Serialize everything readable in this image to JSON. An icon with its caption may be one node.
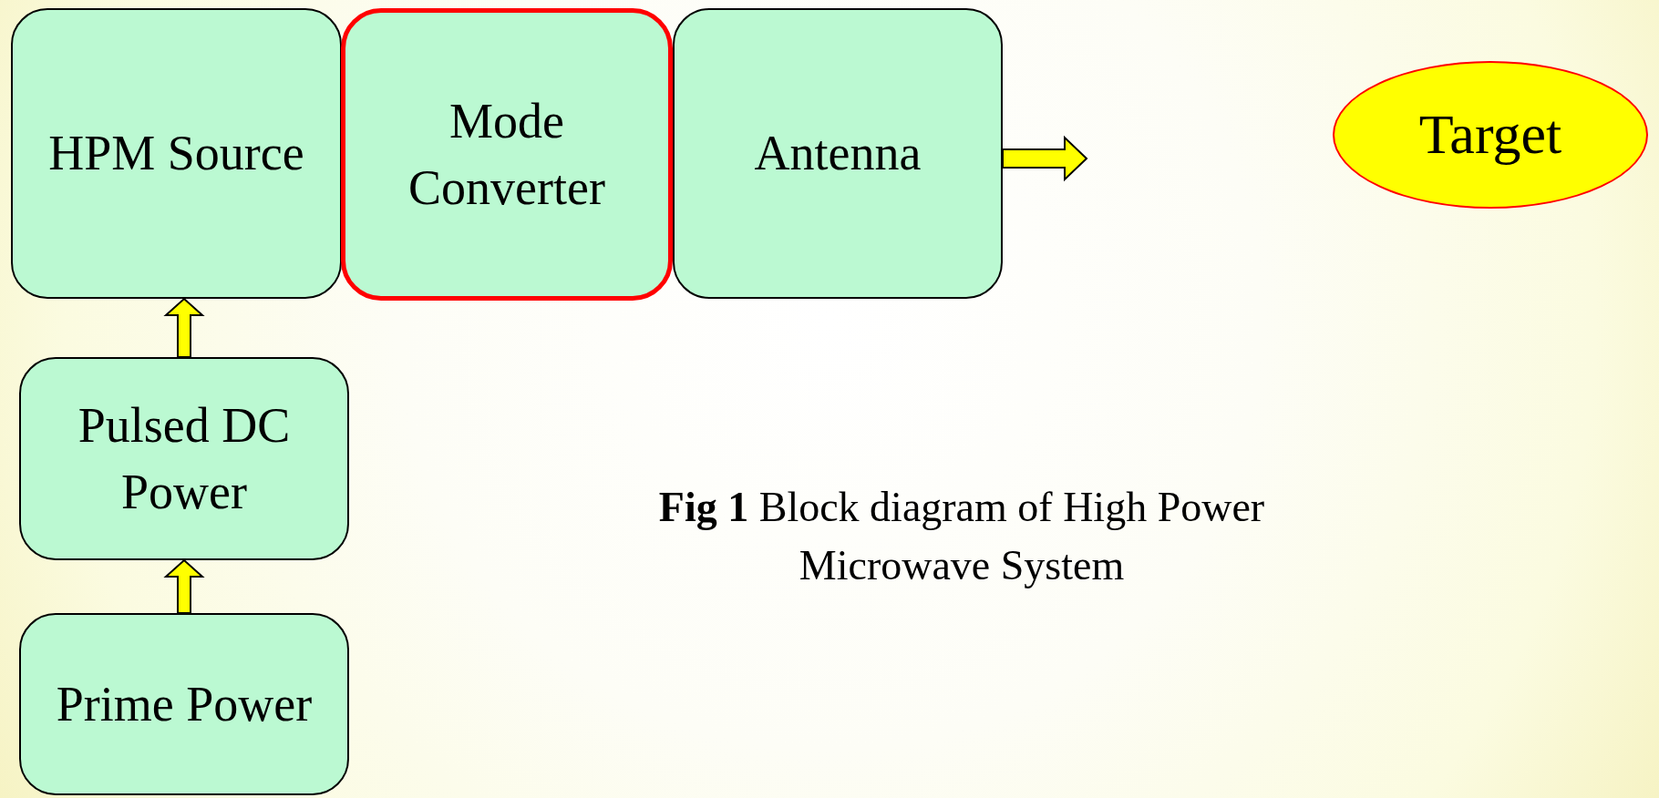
{
  "diagram": {
    "caption": "**Fig 1** Block diagram of High Power Microwave System",
    "nodes": [
      {
        "text": [
          "HPM Source"
        ]
      },
      {
        "text": [
          "Mode Converter"
        ]
      },
      {
        "text": [
          "Antenna"
        ]
      },
      {
        "text": [
          "Target"
        ]
      },
      {
        "text": [
          "Pulsed DC Power"
        ]
      },
      {
        "text": [
          "Prime Power"
        ]
      }
    ],
    "edges": [
      {
        "from": 5,
        "to": 4,
        "arrow": "to"
      },
      {
        "from": 4,
        "to": 0,
        "arrow": "to"
      },
      {
        "from": 2,
        "to": null,
        "arrow": "to"
      }
    ]
  }
}
